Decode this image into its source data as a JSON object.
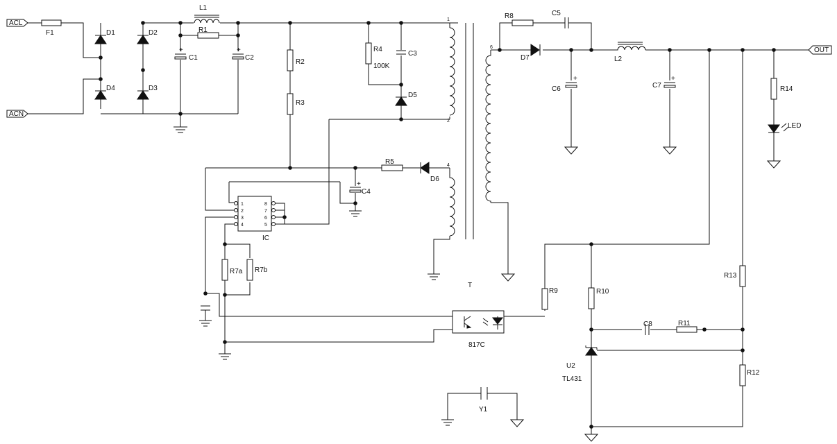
{
  "ports": {
    "acl": "ACL",
    "acn": "ACN",
    "out": "OUT"
  },
  "labels": {
    "f1": "F1",
    "l1": "L1",
    "r1": "R1",
    "c1": "C1",
    "c2": "C2",
    "d1": "D1",
    "d2": "D2",
    "d3": "D3",
    "d4": "D4",
    "r2": "R2",
    "r3": "R3",
    "r4": "R4",
    "r4_value": "100K",
    "c3": "C3",
    "d5": "D5",
    "r5": "R5",
    "d6": "D6",
    "c4": "C4",
    "ic": "IC",
    "r7a": "R7a",
    "r7b": "R7b",
    "transformer": "T",
    "r8": "R8",
    "c5": "C5",
    "d7": "D7",
    "c6": "C6",
    "l2": "L2",
    "c7": "C7",
    "r14": "R14",
    "led": "LED",
    "r9": "R9",
    "r10": "R10",
    "r13": "R13",
    "c8": "C8",
    "r11": "R11",
    "optocoupler": "817C",
    "u2": "U2",
    "u2_part": "TL431",
    "r12": "R12",
    "y1": "Y1"
  },
  "ic_pins": {
    "left": [
      "1",
      "2",
      "3",
      "4"
    ],
    "right": [
      "8",
      "7",
      "6",
      "5"
    ]
  },
  "transformer_pins": {
    "p1": "1",
    "p2": "2",
    "p4": "4",
    "p6": "6"
  }
}
